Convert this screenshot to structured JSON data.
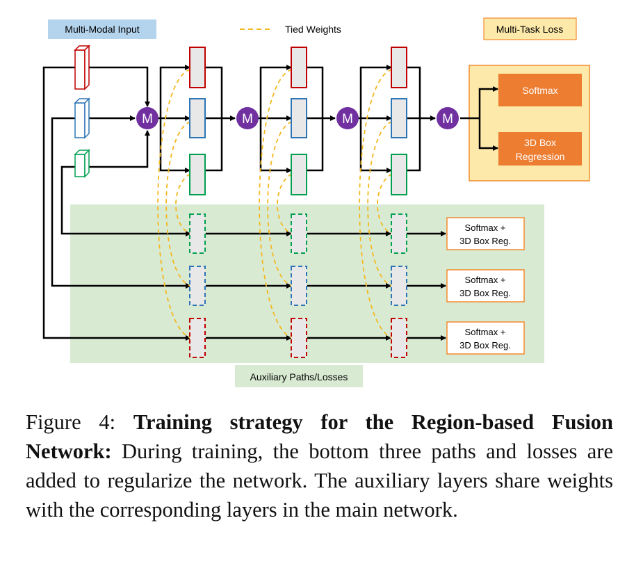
{
  "diagram": {
    "labels": {
      "multi_modal_input": "Multi-Modal Input",
      "tied_weights": "Tied Weights",
      "multi_task_loss": "Multi-Task Loss",
      "aux_paths": "Auxiliary Paths/Losses",
      "merge": "M",
      "softmax": "Softmax",
      "box_reg_line1": "3D Box",
      "box_reg_line2": "Regression",
      "aux_loss_line1": "Softmax +",
      "aux_loss_line2": "3D Box Reg."
    },
    "colors": {
      "red": "#c00000",
      "blue": "#2e75b6",
      "green": "#00a050",
      "merge_purple": "#7030a0",
      "tied_dash": "#f4b820",
      "aux_bg": "#d9ead3",
      "loss_bg": "#fde9a9",
      "loss_border": "#f28a2e",
      "loss_fill": "#ed7d31",
      "input_label_bg": "#b4d4ee",
      "layer_fill": "#e8e8e8"
    }
  },
  "caption": {
    "label": "Figure 4:",
    "title": "Training strategy for the Region-based Fusion Network:",
    "body": "During training, the bottom three paths and losses are added to regularize the network. The auxiliary layers share weights with the corresponding layers in the main network."
  }
}
